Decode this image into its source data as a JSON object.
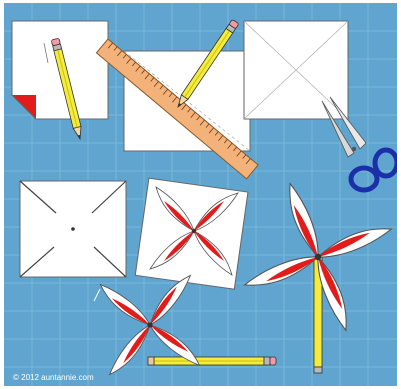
{
  "illustration": {
    "copyright": "© 2012 auntannie.com",
    "colors": {
      "background": "#5fa5cf",
      "paper": "#ffffff",
      "accent_red": "#e21b1b",
      "pencil_yellow": "#f5ec3a",
      "ruler": "#f3b27a",
      "scissors_blue": "#1a2fa8"
    },
    "icons": [
      "pencil-icon",
      "ruler-icon",
      "scissors-icon",
      "paper-square",
      "pinwheel"
    ]
  }
}
